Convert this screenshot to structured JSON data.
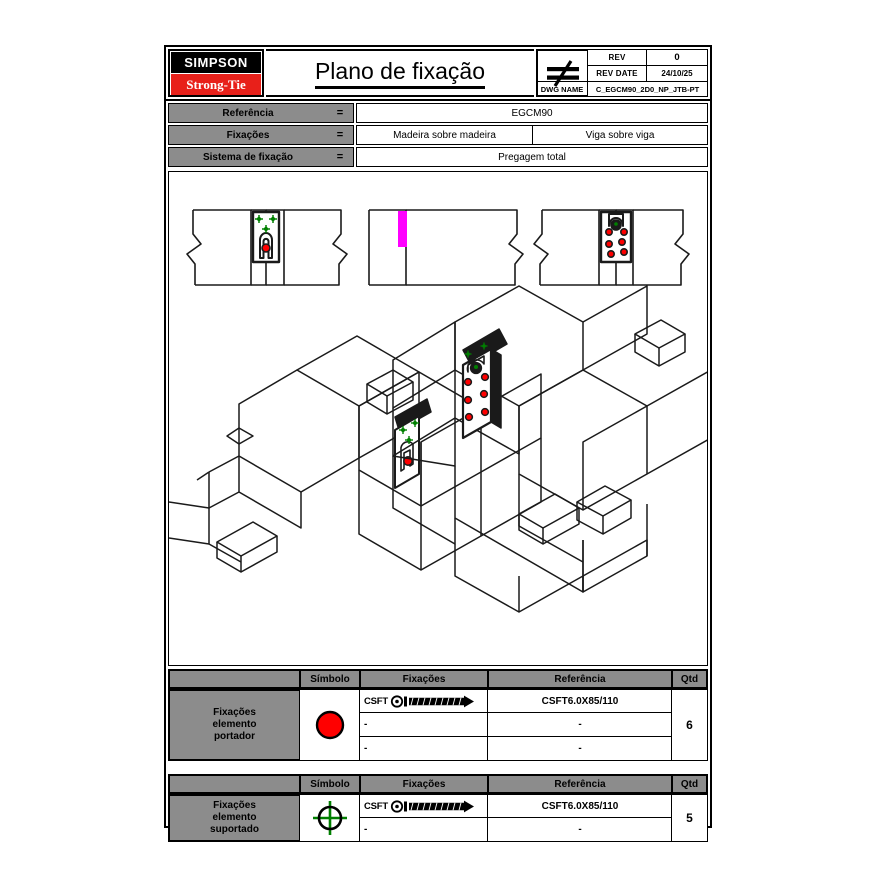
{
  "title_block": {
    "logo_line1": "SIMPSON",
    "logo_line2": "Strong-Tie",
    "drawing_title": "Plano de fixação",
    "symbol_icon": "not-equal-icon",
    "rev_label": "REV",
    "rev_value": "0",
    "rev_date_label": "REV DATE",
    "rev_date_value": "24/10/25",
    "dwg_name_label": "DWG NAME",
    "dwg_name_value": "C_EGCM90_2D0_NP_JTB-PT"
  },
  "info_rows": [
    {
      "label": "Referência",
      "eq": "=",
      "values": [
        "EGCM90"
      ]
    },
    {
      "label": "Fixações",
      "eq": "=",
      "values": [
        "Madeira sobre madeira",
        "Viga sobre viga"
      ]
    },
    {
      "label": "Sistema de fixação",
      "eq": "=",
      "values": [
        "Pregagem total"
      ]
    }
  ],
  "drawing": {
    "plan_views": [
      {
        "name": "plan-view-left",
        "markers": "green-cross-and-red-dot"
      },
      {
        "name": "plan-view-middle",
        "markers": "magenta-profile"
      },
      {
        "name": "plan-view-right",
        "markers": "red-dots"
      }
    ],
    "iso_views": [
      {
        "name": "iso-view-left"
      },
      {
        "name": "iso-view-right"
      }
    ]
  },
  "legend_tables": [
    {
      "category": [
        "Fixações",
        "elemento",
        "portador"
      ],
      "symbol_icon": "red-filled-circle-icon",
      "symbol_color": "#ff0000",
      "headers": [
        "",
        "Símbolo",
        "Fixações",
        "Referência",
        "Qtd"
      ],
      "qty": "6",
      "rows": [
        {
          "fixacoes": "CSFT",
          "icon": "screw-icon",
          "referencia": "CSFT6.0X85/110"
        },
        {
          "fixacoes": "-",
          "icon": "",
          "referencia": "-"
        },
        {
          "fixacoes": "-",
          "icon": "",
          "referencia": "-"
        }
      ]
    },
    {
      "category": [
        "Fixações",
        "elemento",
        "suportado"
      ],
      "symbol_icon": "green-crosshair-circle-icon",
      "symbol_color": "#008000",
      "headers": [
        "",
        "Símbolo",
        "Fixações",
        "Referência",
        "Qtd"
      ],
      "qty": "5",
      "rows": [
        {
          "fixacoes": "CSFT",
          "icon": "screw-icon",
          "referencia": "CSFT6.0X85/110"
        },
        {
          "fixacoes": "-",
          "icon": "",
          "referencia": "-"
        }
      ]
    }
  ],
  "colors": {
    "header_gray": "#8c8c8c",
    "brand_red": "#e8201a",
    "marker_red": "#ff0000",
    "marker_green": "#008000",
    "marker_magenta": "#ff00ff"
  }
}
